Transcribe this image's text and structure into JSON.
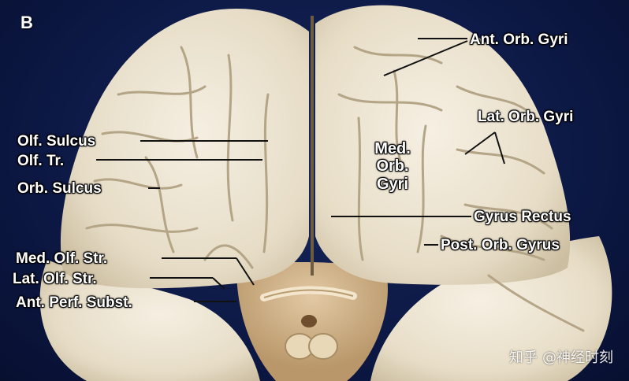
{
  "figure": {
    "panel_label": "B",
    "watermark": {
      "site": "知乎",
      "author": "@神经时刻"
    },
    "labels": {
      "ant_orb_gyri": "Ant. Orb. Gyri",
      "lat_orb_gyri": "Lat. Orb. Gyri",
      "olf_sulcus": "Olf. Sulcus",
      "olf_tr": "Olf. Tr.",
      "orb_sulcus": "Orb. Sulcus",
      "med_orb_gyri_1": "Med.",
      "med_orb_gyri_2": "Orb.",
      "med_orb_gyri_3": "Gyri",
      "gyrus_rectus": "Gyrus Rectus",
      "post_orb_gyrus": "Post. Orb. Gyrus",
      "med_olf_str": "Med. Olf. Str.",
      "lat_olf_str": "Lat. Olf. Str.",
      "ant_perf_subst": "Ant. Perf. Subst."
    },
    "colors": {
      "background": "#0b1640",
      "brain": "#eee6d4",
      "sulcus": "#b8a98c",
      "label_text": "#ffffff",
      "leader_line": "#111111"
    }
  }
}
